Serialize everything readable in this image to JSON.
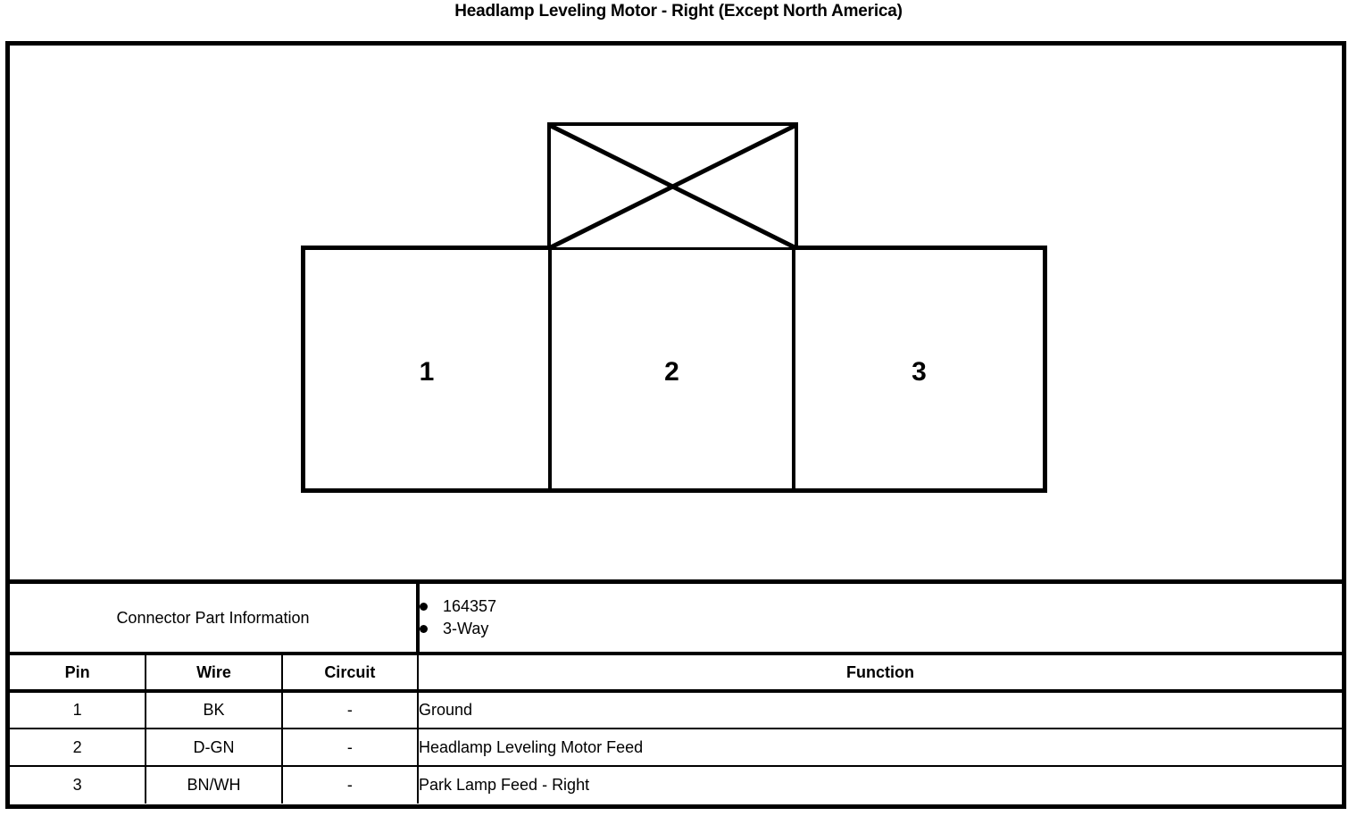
{
  "title": "Headlamp Leveling Motor - Right (Except North America)",
  "diagram": {
    "type": "connector-face-view",
    "key_tab": {
      "name": "keyed-tab",
      "marking": "x-cross"
    },
    "cells": [
      {
        "label": "1"
      },
      {
        "label": "2"
      },
      {
        "label": "3"
      }
    ]
  },
  "connector_part_information": {
    "label": "Connector Part Information",
    "values": [
      "164357",
      "3-Way"
    ]
  },
  "pinout": {
    "columns": [
      "Pin",
      "Wire",
      "Circuit",
      "Function"
    ],
    "rows": [
      {
        "pin": "1",
        "wire": "BK",
        "circuit": "-",
        "function": "Ground"
      },
      {
        "pin": "2",
        "wire": "D-GN",
        "circuit": "-",
        "function": "Headlamp Leveling Motor Feed"
      },
      {
        "pin": "3",
        "wire": "BN/WH",
        "circuit": "-",
        "function": "Park Lamp Feed - Right"
      }
    ]
  }
}
